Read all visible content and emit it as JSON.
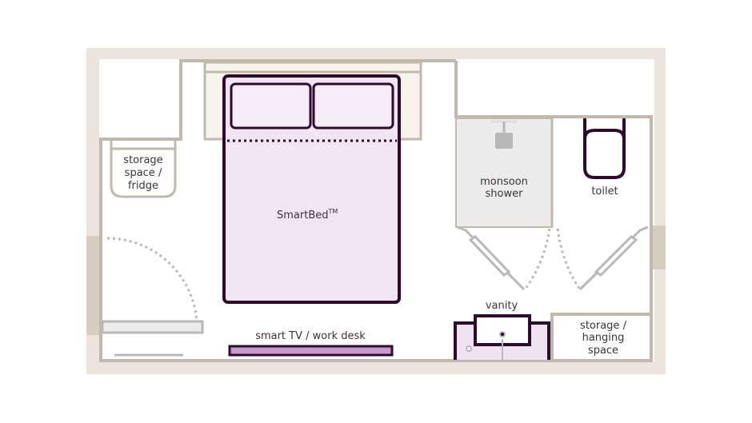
{
  "floorplan": {
    "colors": {
      "outer_frame": "#ede4de",
      "wall": "#c2b9ae",
      "window_wall": "#d6ccbf",
      "headboard_fill": "#f7f4ec",
      "bed_fill": "#f1e4f3",
      "furniture_outline": "#2d0a2e",
      "shower_fill": "#ececec",
      "fixture_gray": "#b8b8b8",
      "tv_fill": "#c69bcb",
      "toilet_tank": "#ecd6ee",
      "vanity_fill": "#efe2f1",
      "text": "#3a3338"
    },
    "labels": {
      "storage_fridge": [
        "storage",
        "space /",
        "fridge"
      ],
      "bed": "SmartBed",
      "bed_tm": "TM",
      "tv_desk": "smart TV / work desk",
      "shower": [
        "monsoon",
        "shower"
      ],
      "toilet": "toilet",
      "vanity": "vanity",
      "storage_hanging": [
        "storage /",
        "hanging",
        "space"
      ]
    }
  }
}
